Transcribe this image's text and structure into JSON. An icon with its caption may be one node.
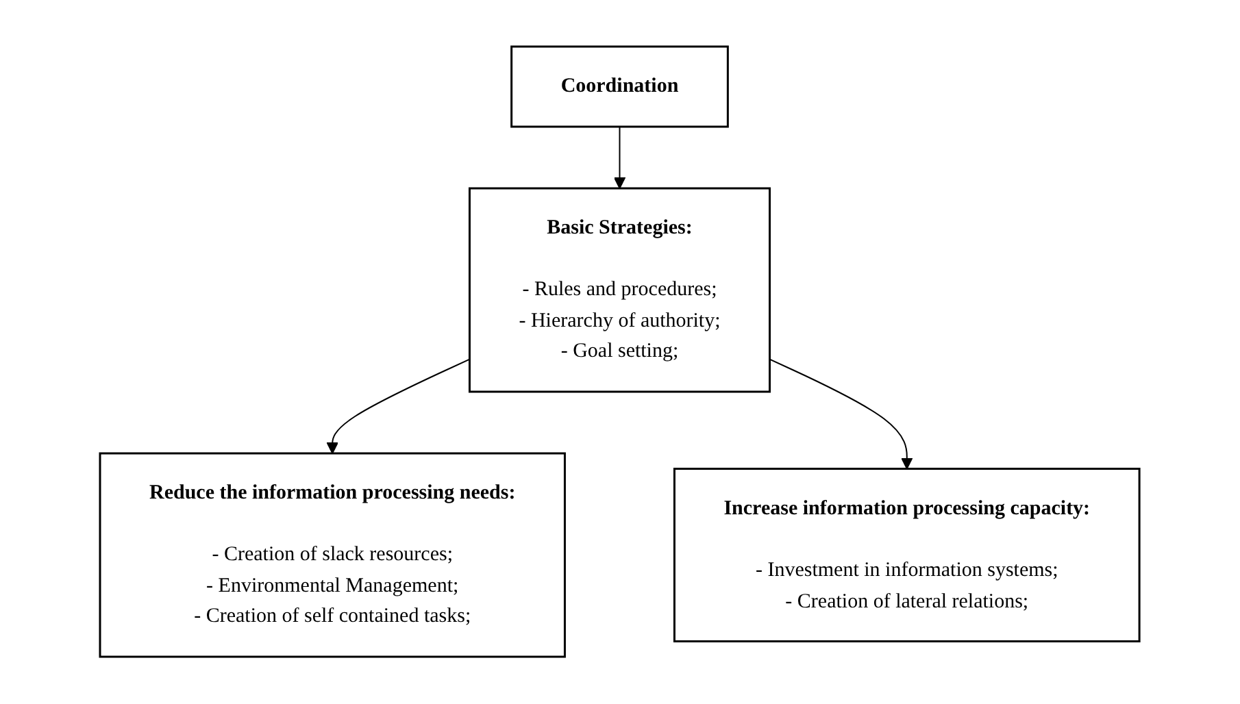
{
  "diagram": {
    "nodes": [
      {
        "text": [
          "Coordination"
        ]
      },
      {
        "text": [
          "Basic Strategies:",
          "- Rules and procedures;",
          "- Hierarchy of authority;",
          "- Goal setting;"
        ]
      },
      {
        "text": [
          "Reduce the information processing needs:",
          "- Creation of slack resources;",
          "- Environmental Management;",
          "- Creation of self contained tasks;"
        ]
      },
      {
        "text": [
          "Increase information processing capacity:",
          "- Investment in information systems;",
          "- Creation of lateral relations;"
        ]
      }
    ],
    "edges": [
      {
        "from": 0,
        "to": 1,
        "arrow": "to"
      },
      {
        "from": 1,
        "to": 2,
        "arrow": "to"
      },
      {
        "from": 1,
        "to": 3,
        "arrow": "to"
      }
    ]
  }
}
